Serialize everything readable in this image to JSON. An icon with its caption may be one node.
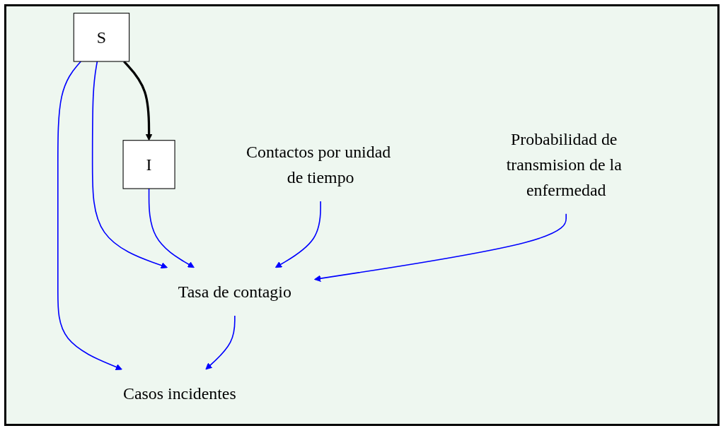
{
  "diagram": {
    "nodes": [
      {
        "text": [
          "S"
        ]
      },
      {
        "text": [
          "I"
        ]
      },
      {
        "text": [
          "Casos incidentes"
        ]
      },
      {
        "text": [
          "Tasa de contagio"
        ]
      },
      {
        "text": [
          "Contactos por unidad de tiempo"
        ]
      },
      {
        "text": [
          "Probabilidad de transmision de la enfermedad"
        ]
      }
    ],
    "edges": [
      {
        "from": 0,
        "to": 1,
        "arrow": "to",
        "style": "thick",
        "color": "#000000"
      },
      {
        "from": 0,
        "to": 2,
        "arrow": "to"
      },
      {
        "from": 0,
        "to": 3,
        "arrow": "to"
      },
      {
        "from": 3,
        "to": 2,
        "arrow": "to"
      },
      {
        "from": 1,
        "to": 3,
        "arrow": "to"
      },
      {
        "from": 4,
        "to": 3,
        "arrow": "to"
      },
      {
        "from": 5,
        "to": 3,
        "arrow": "to"
      }
    ]
  }
}
